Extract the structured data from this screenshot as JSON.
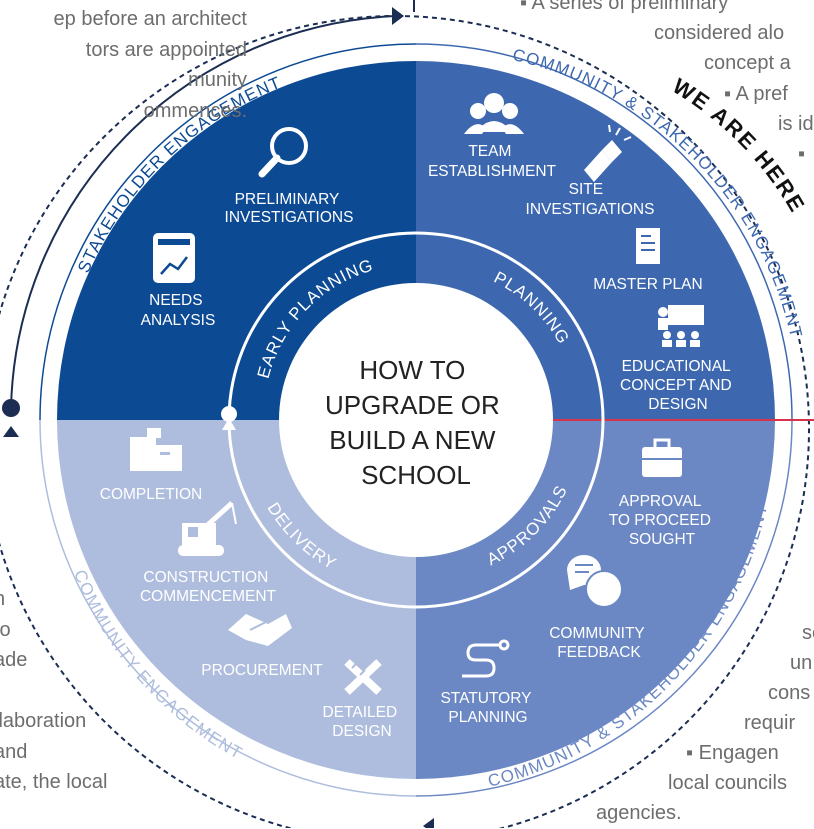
{
  "side_text": {
    "top_left": [
      "ep before an architect",
      "tors are appointed",
      "munity",
      "ommences."
    ],
    "bottom_left": [
      "n",
      "to",
      "ade",
      "",
      "llaboration",
      "and",
      "ate, the local"
    ],
    "top_right": [
      "▪  A series of preliminary",
      "considered alo",
      "concept a",
      "▪ A pref",
      "is id",
      "▪"
    ],
    "bottom_right": [
      "se",
      "un",
      "cons",
      "requir",
      "▪  Engagen",
      "local councils",
      "agencies."
    ]
  },
  "center_title": [
    "HOW TO",
    "UPGRADE OR",
    "BUILD A NEW",
    "SCHOOL"
  ],
  "phases": {
    "early_planning": "EARLY PLANNING",
    "planning": "PLANNING",
    "approvals": "APPROVALS",
    "delivery": "DELIVERY"
  },
  "outer_labels": {
    "top_left": "STAKEHOLDER ENGAGEMENT",
    "right": "COMMUNITY & STAKEHOLDER ENGAGEMENT",
    "bottom_right": "COMMUNITY & STAKEHOLDER ENGAGEMENT",
    "bottom_left": "COMMUNITY ENGAGEMENT"
  },
  "we_are_here": "WE ARE HERE",
  "steps": {
    "preliminary_investigations": [
      "PRELIMINARY",
      "INVESTIGATIONS"
    ],
    "needs_analysis": [
      "NEEDS",
      "ANALYSIS"
    ],
    "team_establishment": [
      "TEAM",
      "ESTABLISHMENT"
    ],
    "site_investigations": [
      "SITE",
      "INVESTIGATIONS"
    ],
    "master_plan": [
      "MASTER PLAN"
    ],
    "educational_concept": [
      "EDUCATIONAL",
      "CONCEPT AND",
      "DESIGN"
    ],
    "approval_to_proceed": [
      "APPROVAL",
      "TO PROCEED",
      "SOUGHT"
    ],
    "community_feedback": [
      "COMMUNITY",
      "FEEDBACK"
    ],
    "statutory_planning": [
      "STATUTORY",
      "PLANNING"
    ],
    "completion": [
      "COMPLETION"
    ],
    "construction_commencement": [
      "CONSTRUCTION",
      "COMMENCEMENT"
    ],
    "procurement": [
      "PROCUREMENT"
    ],
    "detailed_design": [
      "DETAILED",
      "DESIGN"
    ]
  },
  "colors": {
    "q_top_left": "#0c4a94",
    "q_top_right": "#3d68b0",
    "q_bottom_right": "#6b88c4",
    "q_bottom_left": "#aebddd",
    "ring_text": "#3f66ad",
    "marker_line": "#d6334b",
    "dark": "#1b2d52"
  }
}
